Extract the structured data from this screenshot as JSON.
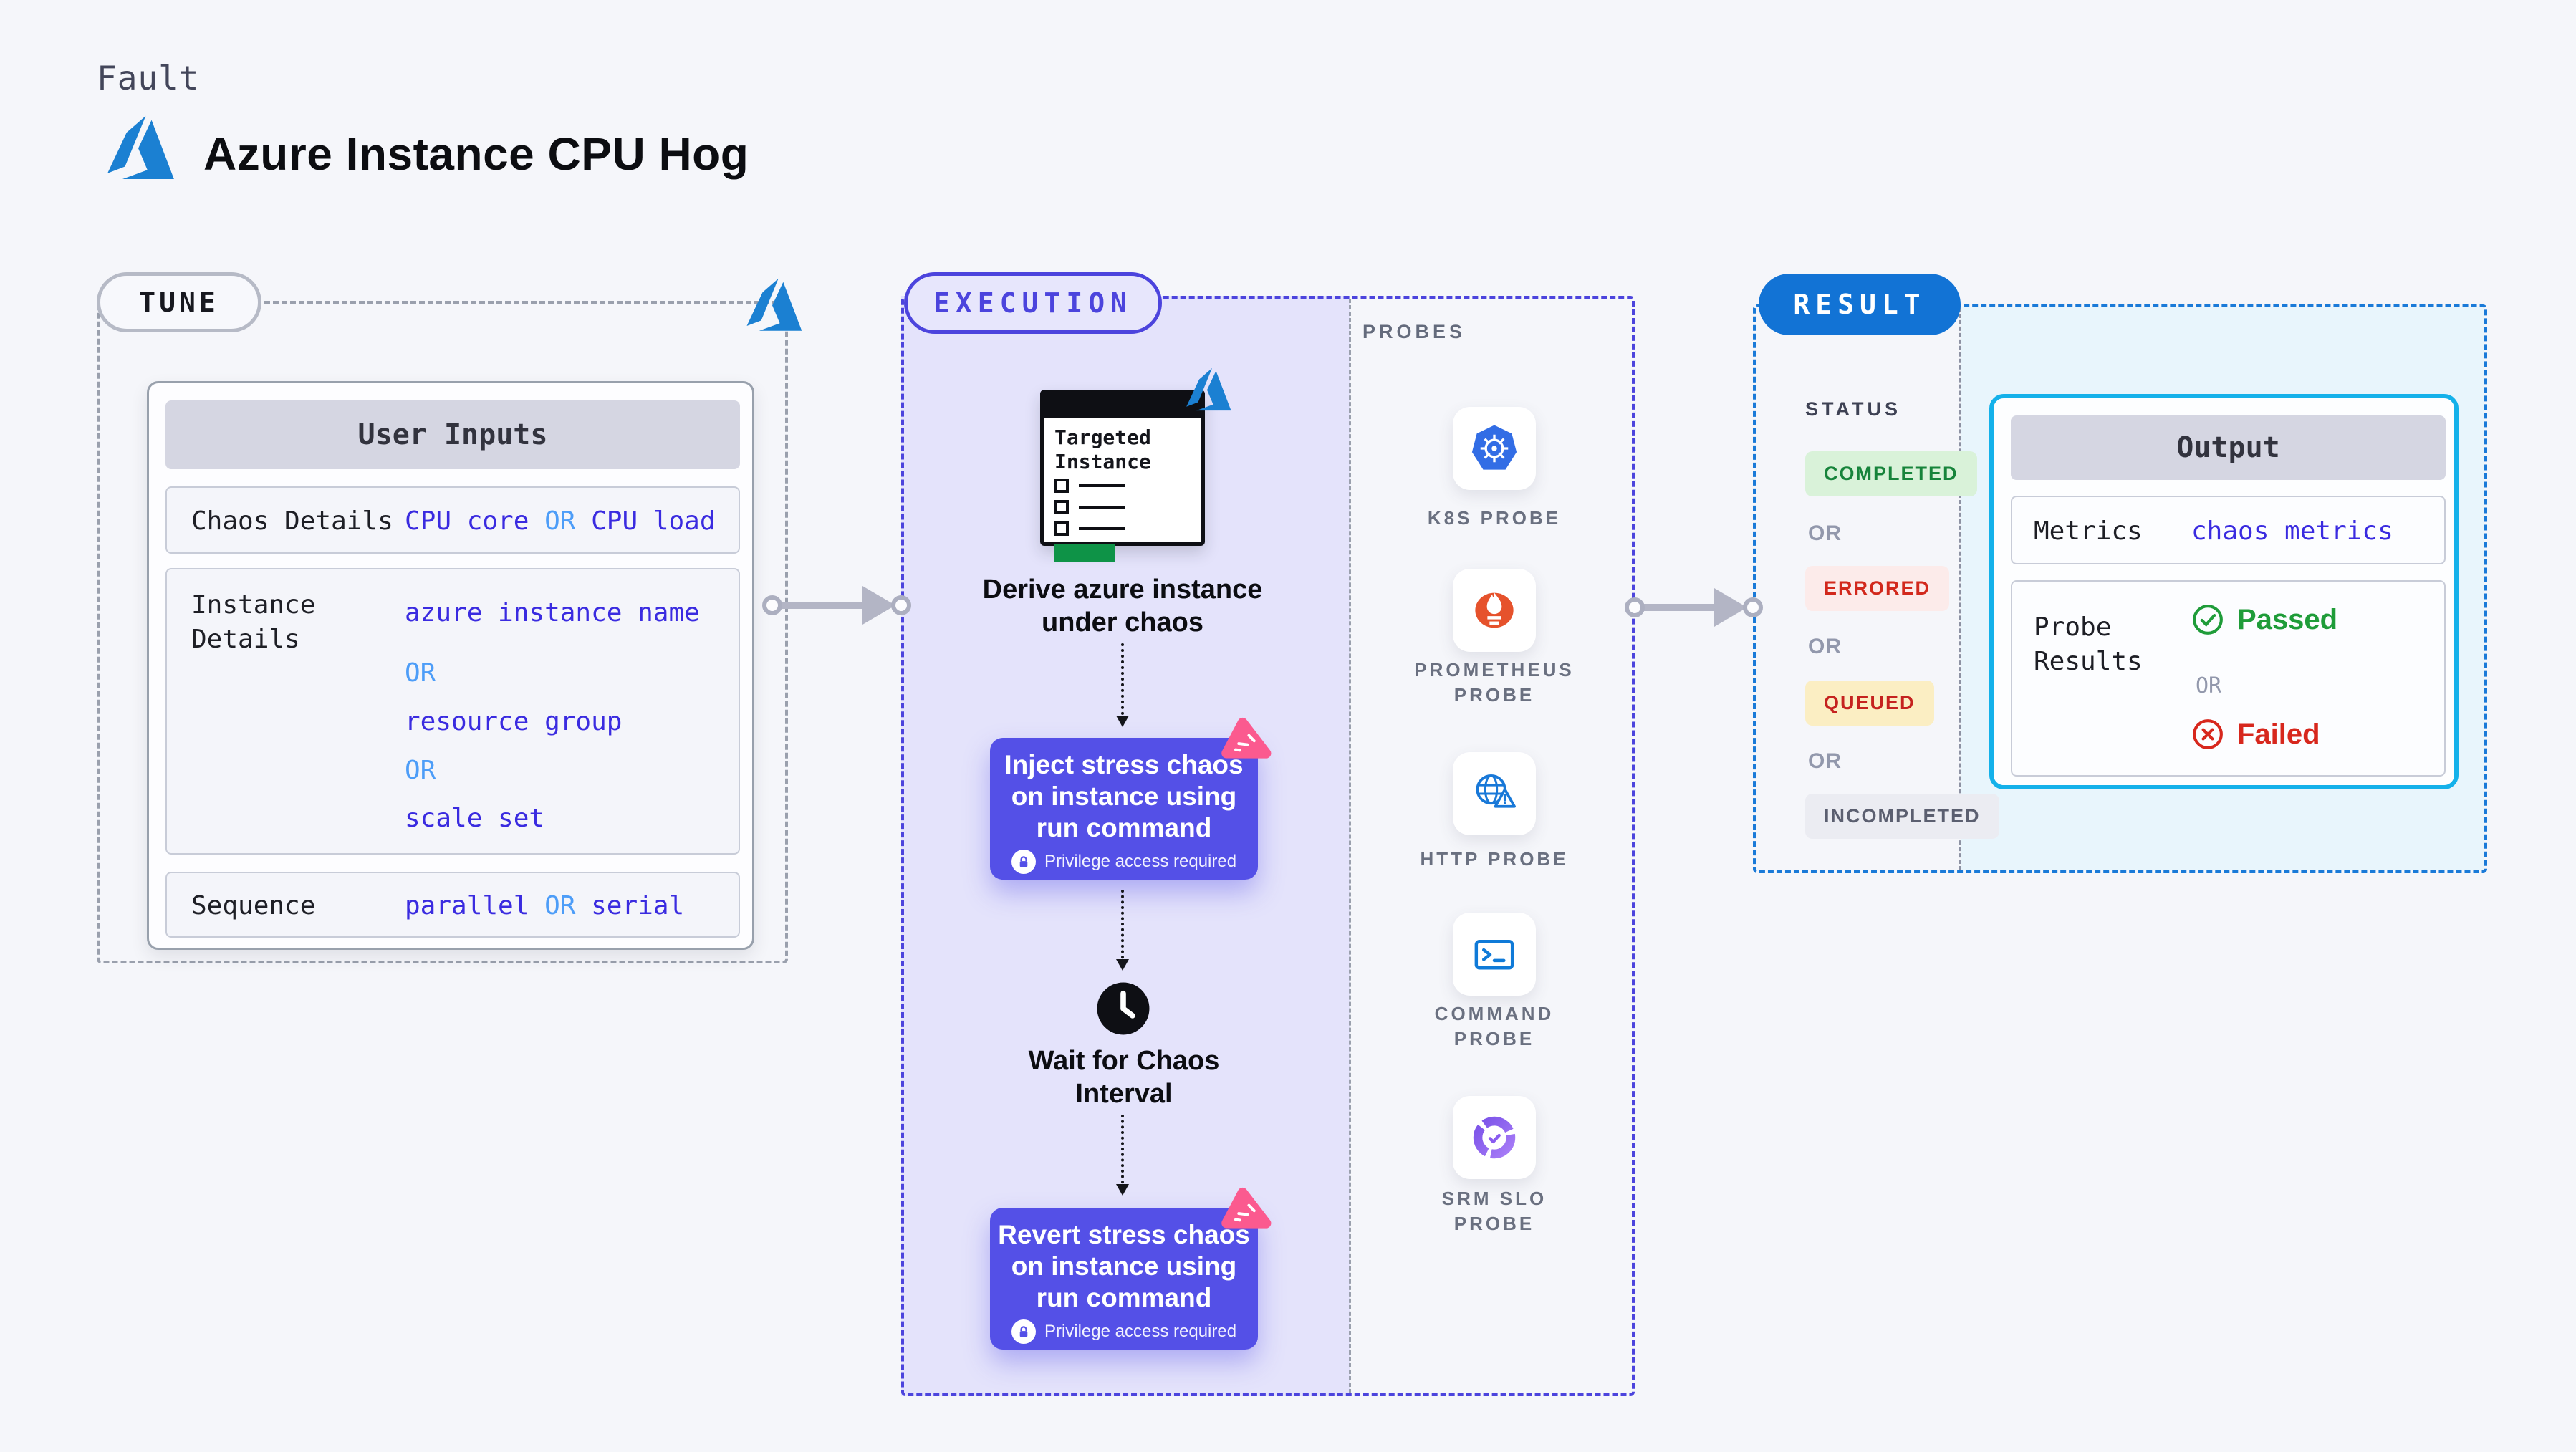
{
  "page": {
    "eyebrow": "Fault",
    "title": "Azure Instance CPU Hog"
  },
  "colors": {
    "accent_indigo": "#4c44dd",
    "node_purple": "#5450e7",
    "azure_blue": "#1b80d2",
    "result_blue": "#1273d5",
    "output_cyan": "#14b1ea",
    "value_blue": "#3a2be0",
    "or_light_blue": "#4d9df8",
    "passed_green": "#1f9c39",
    "failed_red": "#d7271d",
    "pink_logo": "#fb5a8f",
    "green_bar": "#0e9347",
    "completed_bg": "#d9f2d9",
    "completed_fg": "#17843b",
    "errored_bg": "#fcebea",
    "errored_fg": "#d2281c",
    "queued_bg": "#fbeec3",
    "queued_fg": "#c5221f",
    "incompleted_bg": "#ebecf2",
    "incompleted_fg": "#5b5f70"
  },
  "tune": {
    "badge": "TUNE",
    "user_inputs": {
      "title": "User Inputs",
      "chaos_details": {
        "label": "Chaos Details",
        "value_a": "CPU core",
        "or": "OR",
        "value_b": "CPU load"
      },
      "instance_details": {
        "label_line1": "Instance",
        "label_line2": "Details",
        "values": [
          "azure instance name",
          "OR",
          "resource group",
          "OR",
          "scale set"
        ]
      },
      "sequence": {
        "label": "Sequence",
        "value_a": "parallel",
        "or": "OR",
        "value_b": "serial"
      }
    }
  },
  "execution": {
    "badge": "EXECUTION",
    "target_window": {
      "line1": "Targeted",
      "line2": "Instance"
    },
    "derive_caption": {
      "line1": "Derive azure instance",
      "line2": "under chaos"
    },
    "inject_node": {
      "line1": "Inject stress chaos",
      "line2": "on instance using",
      "line3": "run command",
      "privilege": "Privilege access required"
    },
    "wait_step": {
      "line1": "Wait for Chaos",
      "line2": "Interval"
    },
    "revert_node": {
      "line1": "Revert stress chaos",
      "line2": "on instance using",
      "line3": "run command",
      "privilege": "Privilege access required"
    }
  },
  "probes": {
    "title": "PROBES",
    "items": [
      {
        "name": "k8s-probe-icon",
        "label": "K8S PROBE"
      },
      {
        "name": "prometheus-probe-icon",
        "label": "PROMETHEUS PROBE"
      },
      {
        "name": "http-probe-icon",
        "label": "HTTP PROBE"
      },
      {
        "name": "command-probe-icon",
        "label": "COMMAND PROBE"
      },
      {
        "name": "srm-slo-probe-icon",
        "label": "SRM SLO PROBE"
      }
    ]
  },
  "result": {
    "badge": "RESULT",
    "status": {
      "title": "STATUS",
      "or": "OR",
      "badges": [
        {
          "label": "COMPLETED"
        },
        {
          "label": "ERRORED"
        },
        {
          "label": "QUEUED"
        },
        {
          "label": "INCOMPLETED"
        }
      ]
    },
    "output": {
      "title": "Output",
      "metrics": {
        "label": "Metrics",
        "value": "chaos metrics"
      },
      "probe_results": {
        "label_line1": "Probe",
        "label_line2": "Results",
        "passed": "Passed",
        "or": "OR",
        "failed": "Failed"
      }
    }
  }
}
